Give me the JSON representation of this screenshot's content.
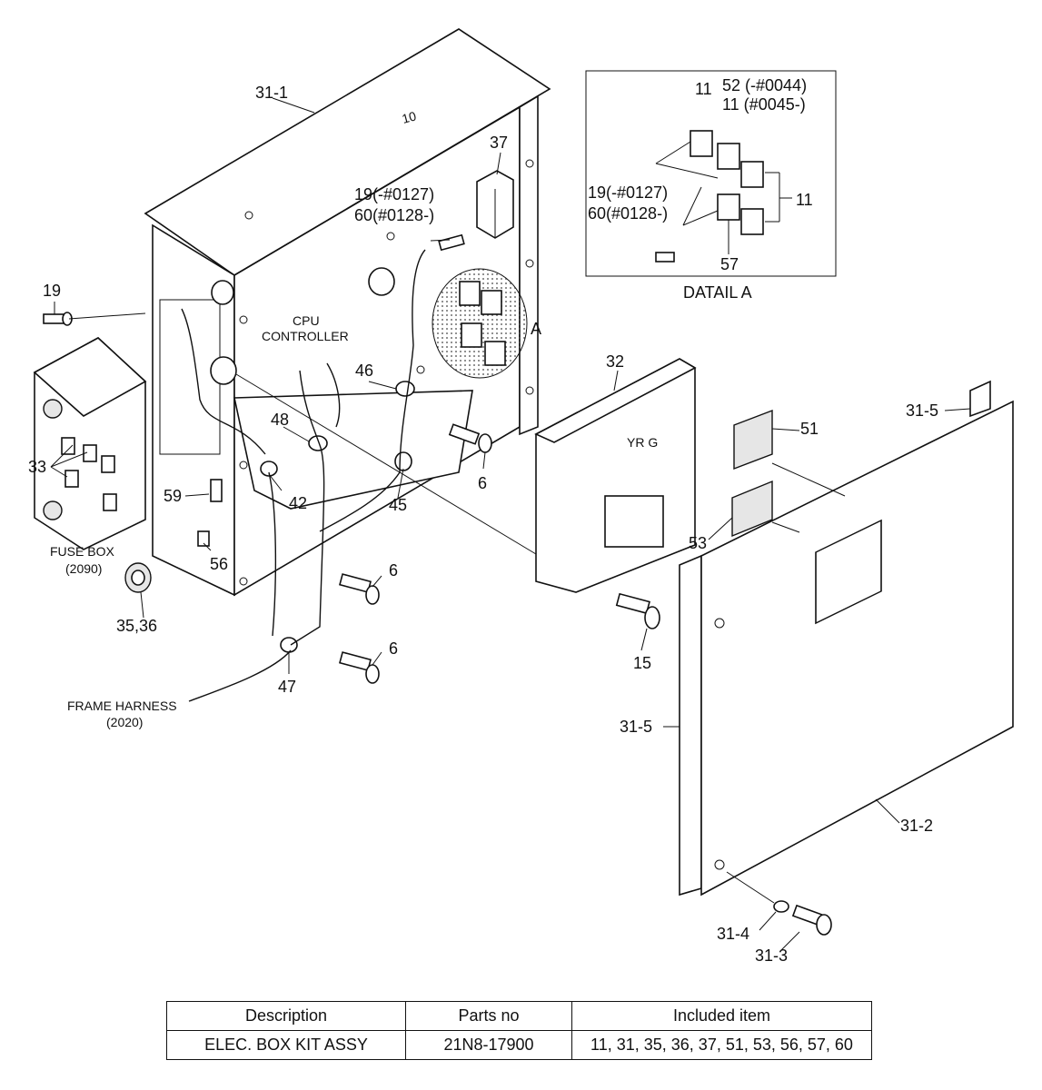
{
  "labels": {
    "l_31_1": "31-1",
    "l_37": "37",
    "l_19_top": "19(-#0127)",
    "l_60_top": "60(#0128-)",
    "l_19": "19",
    "l_cpu1": "CPU",
    "l_cpu2": "CONTROLLER",
    "l_a": "A",
    "l_46": "46",
    "l_48": "48",
    "l_33": "33",
    "l_59": "59",
    "l_42": "42",
    "l_45": "45",
    "l_6a": "6",
    "l_6b": "6",
    "l_6c": "6",
    "l_56": "56",
    "l_fuse1": "FUSE BOX",
    "l_fuse2": "(2090)",
    "l_35": "35,36",
    "l_47": "47",
    "l_frame1": "FRAME HARNESS",
    "l_frame2": "(2020)",
    "l_32": "32",
    "l_15": "15",
    "l_51": "51",
    "l_53": "53",
    "l_31_5a": "31-5",
    "l_31_5b": "31-5",
    "l_31_2": "31-2",
    "l_31_4": "31-4",
    "l_31_3": "31-3",
    "ecu_mark": "YR G"
  },
  "detail": {
    "title": "DATAIL A",
    "l_11a": "11",
    "l_52": "52 (-#0044)",
    "l_11b": "11 (#0045-)",
    "l_19": "19(-#0127)",
    "l_60": "60(#0128-)",
    "l_11c": "11",
    "l_57": "57"
  },
  "table": {
    "headers": [
      "Description",
      "Parts no",
      "Included item"
    ],
    "row": [
      "ELEC. BOX KIT ASSY",
      "21N8-17900",
      "11, 31, 35, 36, 37, 51, 53, 56, 57, 60"
    ]
  }
}
